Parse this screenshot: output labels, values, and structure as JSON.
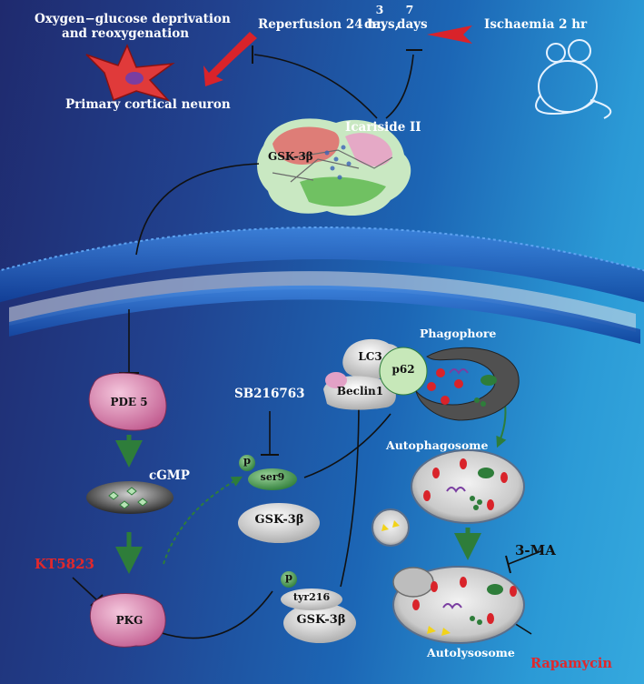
{
  "top": {
    "ogd_line1": "Oxygen−glucose deprivation",
    "ogd_line2": "and reoxygenation",
    "neuron_label": "Primary cortical neuron",
    "reperfusion": "Reperfusion 24 hr,",
    "days_3_num": "3",
    "days_3_word": "days,",
    "days_7_num": "7",
    "days_7_word": "days",
    "ischaemia": "Ischaemia 2 hr"
  },
  "drug": {
    "name": "Icariside II",
    "protein_label": "GSK-3β"
  },
  "pathway": {
    "pde5": "PDE 5",
    "cgmp": "cGMP",
    "pkg": "PKG",
    "kt5823": "KT5823",
    "sb216763": "SB216763",
    "p1": "p",
    "ser9": "ser9",
    "gsk_a": "GSK-3β",
    "p2": "p",
    "tyr216": "tyr216",
    "gsk_b": "GSK-3β"
  },
  "autophagy": {
    "lc3": "LC3",
    "p62": "p62",
    "beclin1": "Beclin1",
    "phagophore": "Phagophore",
    "autophagosome": "Autophagosome",
    "three_ma": "3-MA",
    "autolysosome": "Autolysosome",
    "rapamycin": "Rapamycin"
  },
  "colors": {
    "background_dark": "#1f2a6e",
    "background_light": "#35a9de",
    "activation_arrow": "#2e7d3a",
    "inhibitor_text": "#e0282c",
    "label_white": "#ffffff"
  }
}
